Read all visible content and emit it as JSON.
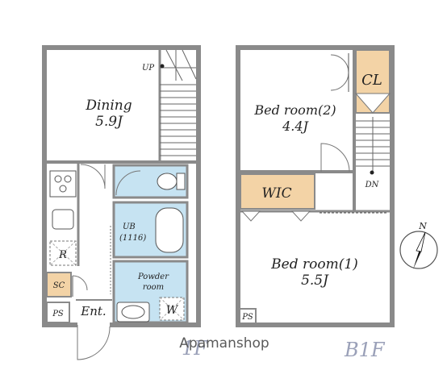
{
  "floors": {
    "first": {
      "label": "1F",
      "rooms": {
        "dining_name": "Dining",
        "dining_size": "5.9J",
        "ub_name": "UB",
        "ub_size": "(1116)",
        "powder_line1": "Powder",
        "powder_line2": "room",
        "washer": "W",
        "fridge": "R",
        "storage": "SC",
        "pipe_space": "PS",
        "entrance": "Ent.",
        "stair": "UP"
      }
    },
    "basement": {
      "label": "B1F",
      "rooms": {
        "bedroom2_name": "Bed room(2)",
        "bedroom2_size": "4.4J",
        "closet": "CL",
        "walk_in_closet": "WIC",
        "stair": "DN",
        "bedroom1_name": "Bed room(1)",
        "bedroom1_size": "5.5J",
        "pipe_space": "PS"
      }
    }
  },
  "compass": {
    "north": "N"
  },
  "watermark": "Apamanshop",
  "colors": {
    "wall": "#8a8a8a",
    "wet_area": "#c6e3f2",
    "storage": "#f3d3a6",
    "watermark": "#555555",
    "floor_label": "#9aa0b8"
  }
}
